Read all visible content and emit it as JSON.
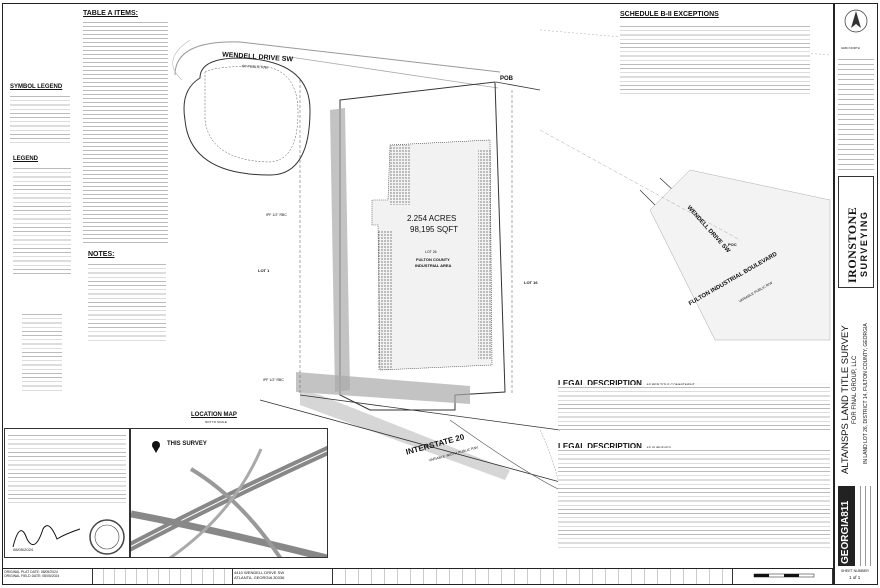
{
  "table_a": {
    "title": "TABLE A ITEMS:"
  },
  "schedule": {
    "title": "SCHEDULE B-II EXCEPTIONS"
  },
  "symbol_legend": {
    "title": "SYMBOL LEGEND"
  },
  "legend": {
    "title": "LEGEND"
  },
  "notes": {
    "title": "NOTES:"
  },
  "location_map": {
    "title": "LOCATION MAP",
    "subtitle": "NOT TO SCALE",
    "this_survey": "THIS SURVEY"
  },
  "legal": {
    "title1": "LEGAL DESCRIPTION",
    "sub1": "AS PER TITLE COMMITMENT",
    "title2": "LEGAL DESCRIPTION",
    "sub2": "AS SURVEYED"
  },
  "plan": {
    "road_top": "WENDELL DRIVE SW",
    "road_top_sub": "60' PUBLIC R/W",
    "acres": "2.254 ACRES",
    "sqft": "98,195 SQFT",
    "lot": "LOT 26",
    "owner1": "FULTON COUNTY",
    "owner2": "INDUSTRIAL AREA",
    "lot_left": "LOT 1",
    "lot_right": "LOT 16",
    "interstate": "INTERSTATE 20",
    "interstate_sub": "VARIABLE WIDTH PUBLIC R/W",
    "pob": "POB",
    "poc": "POC",
    "road_right1": "WENDELL DRIVE SW",
    "road_right2": "FULTON INDUSTRIAL BOULEVARD",
    "road_right2_sub": "VARIABLE PUBLIC R/W",
    "ipf_1": "IPF 1/2\" RBC",
    "ipf_2": "IPF 1/2\" RBC"
  },
  "title_block": {
    "survey_title": "ALTA/NSPS LAND TITLE SURVEY",
    "for": "FOR FINAL GROUP, LLC",
    "location": "IN LAND LOT 26, DISTRICT 14, FULTON COUNTY, GEORGIA",
    "company1": "IRONSTONE",
    "company2": "SURVEYING",
    "georgia811": "GEORGIA811",
    "north": "GRID NORTH",
    "sheet_label": "SHEET NUMBER",
    "sheet": "1 of 1"
  },
  "bottom": {
    "plat_date_label": "ORIGINAL PLAT DATE:",
    "plat_date": "08/05/2024",
    "field_date_label": "ORIGINAL FIELD DATE:",
    "field_date": "08/05/2024",
    "address_line1": "4410 WENDELL DRIVE SW",
    "address_line2": "ATLANTA, GEORGIA 30336"
  },
  "signature": {
    "date": "08/05/2024"
  }
}
